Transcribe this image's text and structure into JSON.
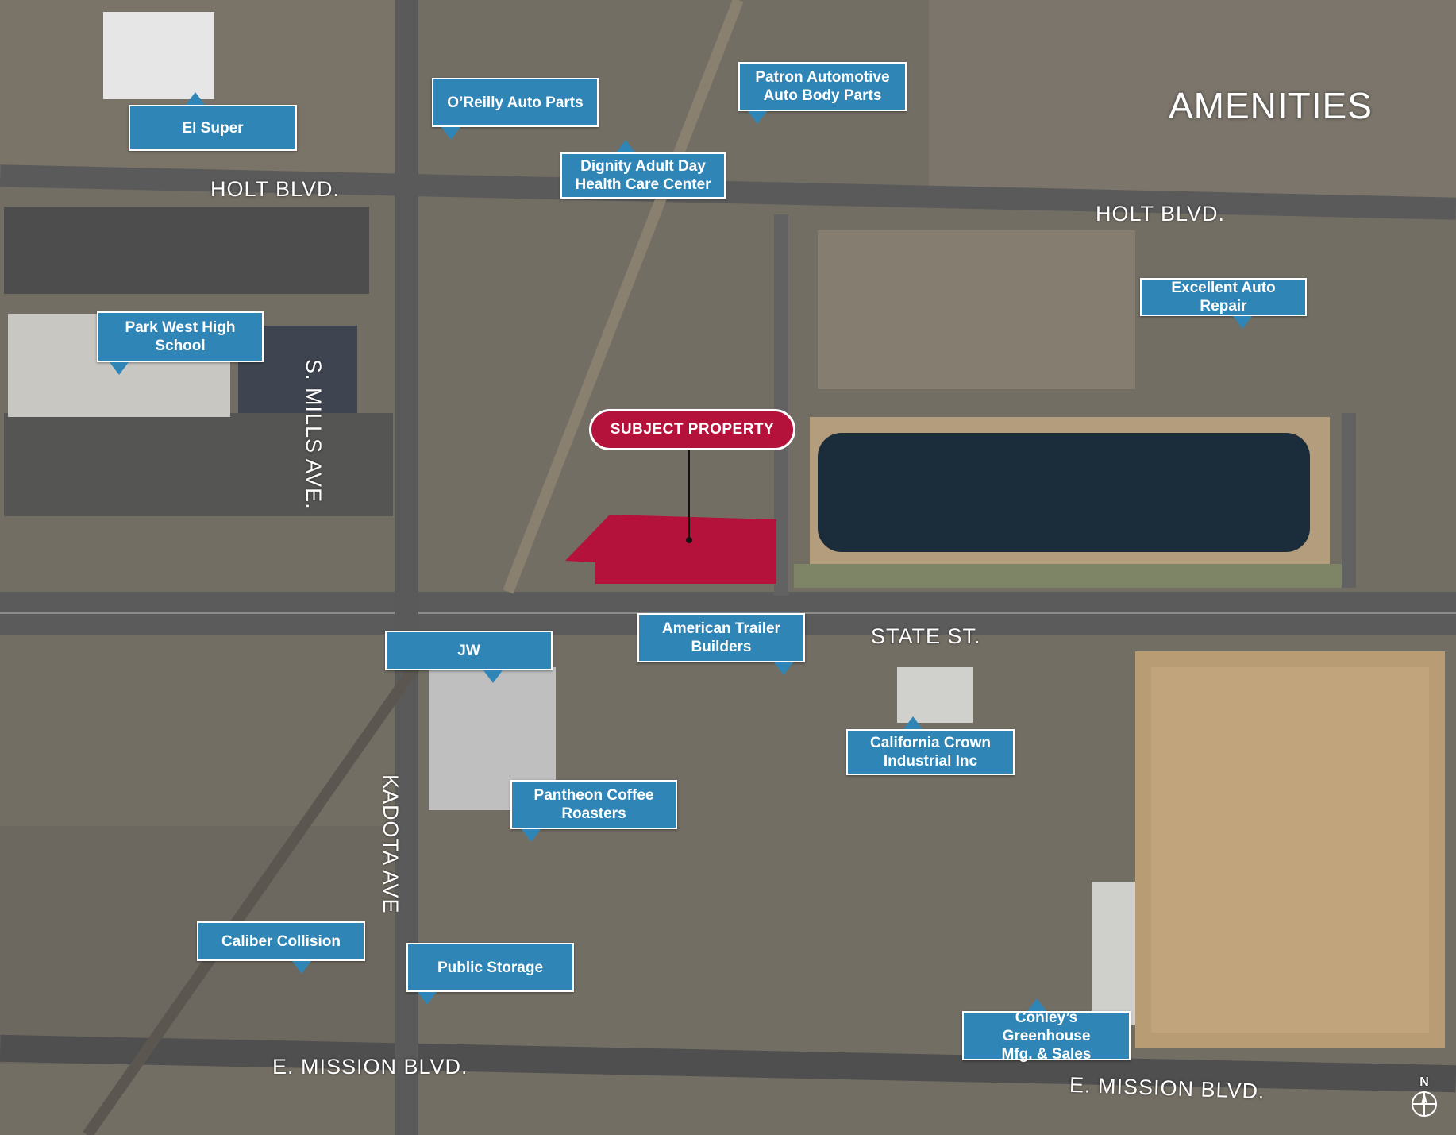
{
  "title": "AMENITIES",
  "colors": {
    "callout": "#2f86b6",
    "subject": "#b5123b",
    "lake": "#1b2c3a"
  },
  "subject_property": {
    "label": "SUBJECT PROPERTY"
  },
  "streets": {
    "holt_left": "HOLT BLVD.",
    "holt_right": "HOLT BLVD.",
    "s_mills": "S. MILLS AVE.",
    "state_st": "STATE ST.",
    "kadota": "KADOTA AVE",
    "mission_left": "E. MISSION BLVD.",
    "mission_right": "E. MISSION BLVD."
  },
  "amenities": [
    {
      "id": "el-super",
      "label": "El Super"
    },
    {
      "id": "oreilly",
      "label": "O’Reilly Auto Parts"
    },
    {
      "id": "patron",
      "label": "Patron Automotive\nAuto Body Parts"
    },
    {
      "id": "dignity",
      "label": "Dignity Adult Day\nHealth Care Center"
    },
    {
      "id": "park-west",
      "label": "Park West High\nSchool"
    },
    {
      "id": "excellent",
      "label": "Excellent Auto Repair"
    },
    {
      "id": "jw",
      "label": "JW"
    },
    {
      "id": "american-trailer",
      "label": "American Trailer\nBuilders"
    },
    {
      "id": "california-crown",
      "label": "California Crown\nIndustrial Inc"
    },
    {
      "id": "pantheon",
      "label": "Pantheon Coffee\nRoasters"
    },
    {
      "id": "caliber",
      "label": "Caliber Collision"
    },
    {
      "id": "public-storage",
      "label": "Public Storage"
    },
    {
      "id": "conley",
      "label": "Conley’s Greenhouse\nMfg. & Sales"
    }
  ],
  "compass": {
    "label": "N",
    "icon": "north-arrow-icon"
  }
}
